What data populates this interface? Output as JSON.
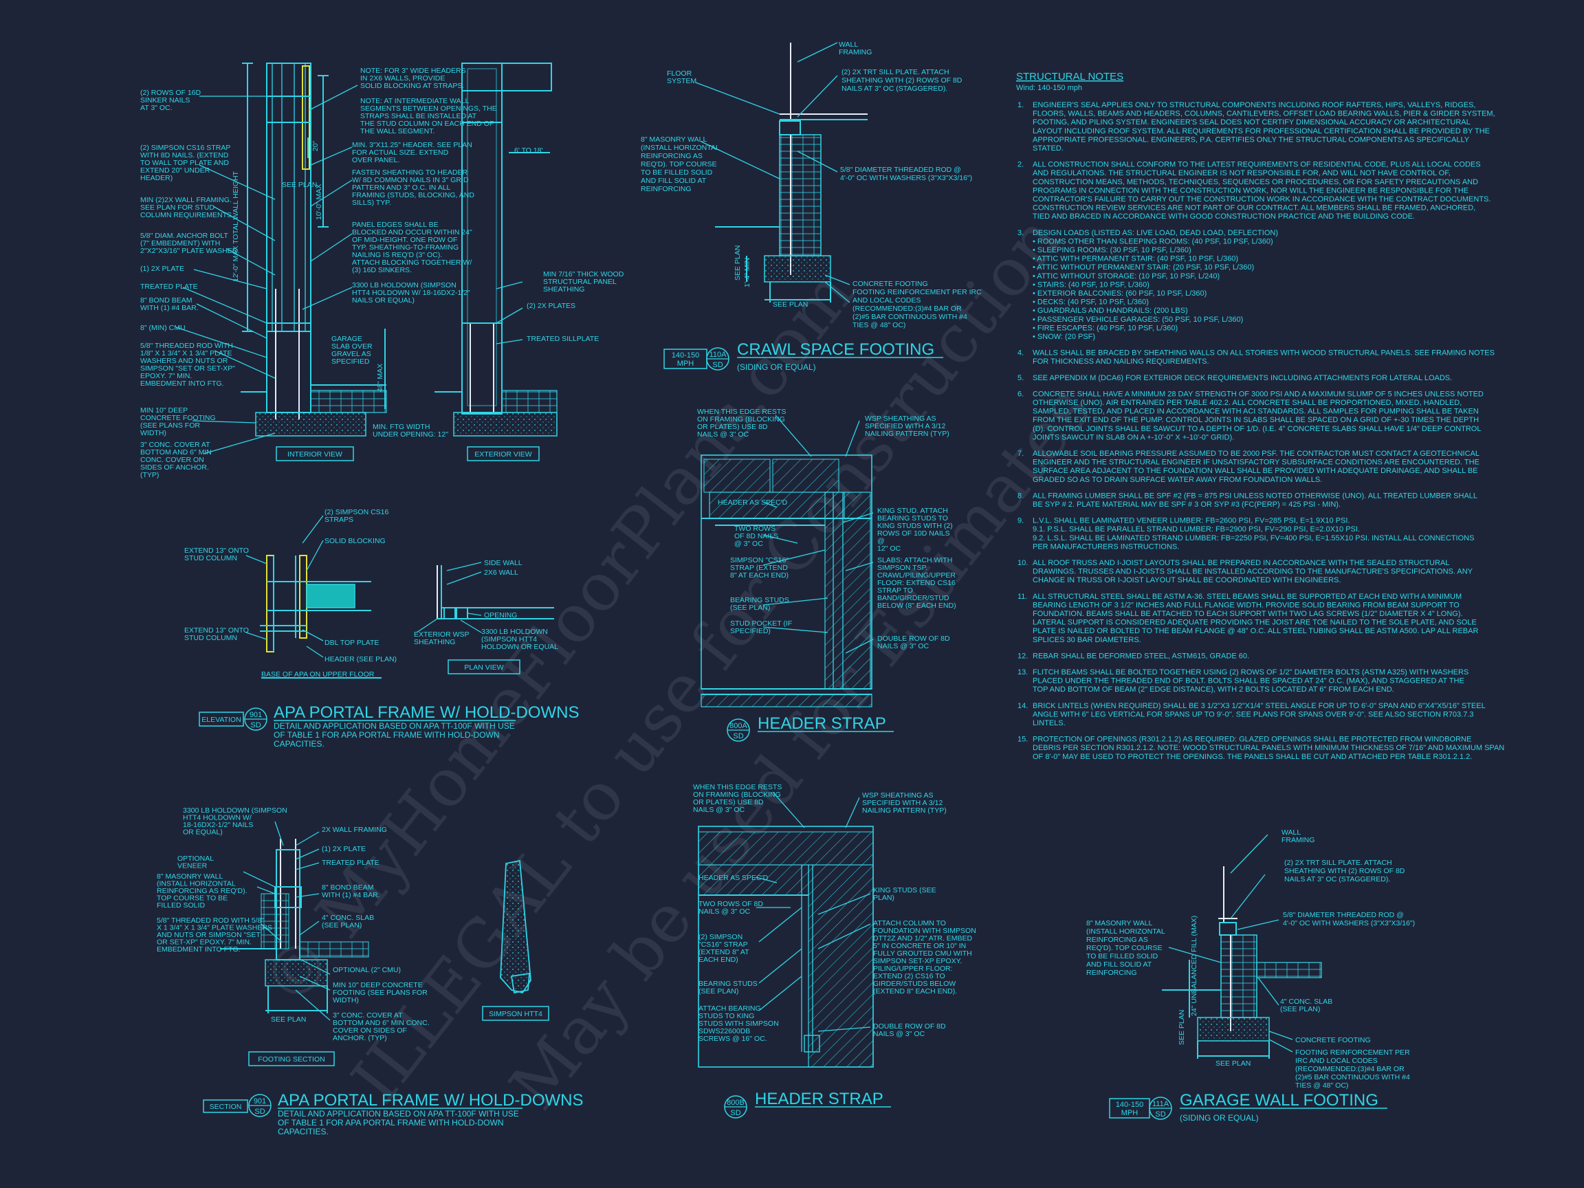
{
  "watermark": {
    "lines": [
      "© MyHomeFloorPlans.com",
      "ILLEGAL to use for Construction",
      "May be used for Estimates"
    ]
  },
  "detail_apa_upper": {
    "title": "APA PORTAL FRAME W/ HOLD-DOWNS",
    "description": [
      "DETAIL AND APPLICATION BASED ON APA TT-100F WITH USE",
      "OF TABLE 1 FOR APA PORTAL FRAME WITH HOLD-DOWN",
      "CAPACITIES."
    ],
    "tag_label": "ELEVATION",
    "tag_number": "901",
    "tag_sheet": "SD",
    "view_labels": [
      "INTERIOR VIEW",
      "EXTERIOR VIEW"
    ],
    "callouts_left": [
      "(2) ROWS OF 16d",
      "SINKER NAILS",
      "AT 3\" OC.",
      "(2) SIMPSON CS16 STRAP",
      "WITH 8d NAILS. (EXTEND",
      "TO WALL TOP PLATE AND",
      "EXTEND 20\" UNDER",
      "HEADER)",
      "MIN (2)2X WALL FRAMING.",
      "SEE PLAN FOR STUD",
      "COLUMN REQUIREMENTS.",
      "5/8\" DIAM. ANCHOR BOLT",
      "(7\" EMBEDMENT) WITH",
      "2\"x2\"x3/16\" PLATE WASHER.",
      "(1) 2x PLATE",
      "TREATED PLATE",
      "8\" BOND BEAM",
      "WITH (1) #4 BAR.",
      "8\" (MIN) CMU",
      "5/8\" THREADED ROD WITH",
      "1/8\" x 1 3/4\" x 1 3/4\" PLATE",
      "WASHERS AND NUTS OR",
      "SIMPSON \"SET OR SET-XP\"",
      "EPOXY.  7\" MIN.",
      "EMBEDMENT INTO FTG.",
      "MIN 10\" DEEP",
      "CONCRETE FOOTING",
      "(SEE PLANS FOR",
      "WIDTH)",
      "3\" CONC. COVER AT",
      "BOTTOM AND 6\" MIN",
      "CONC. COVER ON",
      "SIDES OF ANCHOR.",
      "(TYP)"
    ],
    "callouts_mid": [
      "NOTE: FOR 3\" WIDE HEADERS",
      "IN 2x6 WALLS, PROVIDE",
      "SOLID BLOCKING AT STRAPS.",
      "NOTE: AT INTERMEDIATE WALL",
      "SEGMENTS BETWEEN OPENINGS, THE",
      "STRAPS SHALL BE INSTALLED AT",
      "THE STUD COLUMN ON EACH END OF",
      "THE WALL SEGMENT.",
      "MIN. 3\"x11.25\" HEADER. SEE PLAN",
      "FOR ACTUAL SIZE. EXTEND",
      "OVER PANEL.",
      "FASTEN SHEATHING TO HEADER",
      "W/ 8d COMMON NAILS IN 3\" GRID",
      "PATTERN AND 3\" O.C. IN ALL",
      "FRAMING (STUDS, BLOCKING, AND",
      "SILLS) TYP.",
      "PANEL EDGES SHALL BE",
      "BLOCKED AND OCCUR WITHIN 24\"",
      "OF MID-HEIGHT. ONE ROW OF",
      "TYP. SHEATHING-TO-FRAMING",
      "NAILING IS REQ'D (3\" OC).",
      "ATTACH BLOCKING TOGETHER W/",
      "(3) 16d SINKERS.",
      "3300 LB HOLDOWN (SIMPSON",
      "HTT4 HOLDOWN W/ 18-16dx2-1/2\"",
      "NAILS OR EQUAL)",
      "GARAGE",
      "SLAB OVER",
      "GRAVEL AS",
      "SPECIFIED",
      "MIN. FTG WIDTH",
      "UNDER OPENING: 12\""
    ],
    "callouts_right": [
      "6' TO 18'",
      "MIN 7/16\" THICK WOOD",
      "STRUCTURAL PANEL",
      "SHEATHING",
      "(2) 2x PLATES",
      "TREATED SILLPLATE"
    ],
    "dims": [
      "12'-0\" MAX TOTAL WALL HEIGHT",
      "10'-0\" MAX",
      "20\"",
      "SEE PLAN",
      "48\" MAX"
    ]
  },
  "detail_base_apa": {
    "label": "BASE OF APA ON UPPER FLOOR",
    "callouts": [
      "(2) SIMPSON CS16",
      "STRAPS",
      "SOLID BLOCKING",
      "EXTEND 13\" ONTO",
      "STUD COLUMN",
      "EXTEND 13\" ONTO",
      "STUD COLUMN",
      "DBL TOP PLATE",
      "HEADER (SEE PLAN)"
    ]
  },
  "detail_plan_view": {
    "label": "PLAN VIEW",
    "callouts": [
      "SIDE WALL",
      "2x6 WALL",
      "OPENING",
      "3300 LB HOLDOWN",
      "(SIMPSON HTT4",
      "HOLDOWN OR EQUAL",
      "EXTERIOR WSP",
      "SHEATHING"
    ]
  },
  "detail_crawl": {
    "title": "CRAWL SPACE FOOTING",
    "subtitle": "(SIDING OR EQUAL)",
    "tag_mph": "140-150 MPH",
    "tag_number": "110A",
    "tag_sheet": "SD",
    "callouts": [
      "WALL",
      "FRAMING",
      "(2) 2X TRT SILL PLATE. ATTACH",
      "SHEATHING WITH (2) ROWS OF 8d",
      "NAILS AT 3\" OC (STAGGERED).",
      "FLOOR",
      "SYSTEM",
      "8\" MASONRY WALL",
      "(INSTALL HORIZONTAL",
      "REINFORCING AS",
      "REQ'D). TOP COURSE",
      "TO BE FILLED SOLID",
      "AND FILL SOLID AT",
      "REINFORCING",
      "5/8\" DIAMETER THREADED ROD @",
      "4'-0\" OC WITH WASHERS (3\"x3\"x3/16\")",
      "CONCRETE FOOTING",
      "FOOTING REINFORCEMENT PER IRC",
      "AND LOCAL CODES",
      "(RECOMMENDED:(3)#4 BAR OR",
      "(2)#5 BAR CONTINUOUS WITH #4",
      "TIES @ 48\" OC)",
      "SEE PLAN",
      "SEE PLAN",
      "1'-4\" MIN"
    ]
  },
  "detail_header_a": {
    "title": "HEADER STRAP",
    "tag_number": "800A",
    "tag_sheet": "SD",
    "callouts": [
      "WHEN THIS EDGE RESTS",
      "ON FRAMING (BLOCKING",
      "OR PLATES) USE 8d",
      "NAILS @ 3\" OC",
      "WSP SHEATHING AS",
      "SPECIFIED WITH A 3/12",
      "NAILING PATTERN (TYP)",
      "HEADER AS SPEC'D",
      "TWO ROWS",
      "OF 8d NAILS",
      "@ 3\" OC",
      "SIMPSON \"CS16\"",
      "STRAP (EXTEND",
      "8\" AT EACH END)",
      "BEARING STUDS",
      "(SEE PLAN)",
      "STUD POCKET (IF",
      "SPECIFIED)",
      "KING STUD. ATTACH",
      "BEARING STUDS TO",
      "KING STUDS WITH (2)",
      "ROWS OF 10d NAILS",
      "@",
      "12\" OC",
      "SLABS: ATTACH WITH",
      "SIMPSON TSP.",
      "CRAWL/PILING/UPPER",
      "FLOOR: EXTEND CS16",
      "STRAP TO",
      "BAND/GIRDER/STUD",
      "BELOW (8\" EACH END)",
      "DOUBLE ROW OF 8d",
      "NAILS @ 3\" OC"
    ]
  },
  "notes": {
    "title": "STRUCTURAL NOTES",
    "subtitle": "Wind: 140-150 mph",
    "items": [
      {
        "num": "1.",
        "lines": [
          "ENGINEER'S SEAL APPLIES ONLY TO STRUCTURAL COMPONENTS INCLUDING ROOF RAFTERS, HIPS, VALLEYS, RIDGES,",
          "FLOORS, WALLS, BEAMS AND HEADERS, COLUMNS, CANTILEVERS, OFFSET LOAD BEARING WALLS, PIER & GIRDER SYSTEM,",
          "FOOTING, AND PILING SYSTEM.  ENGINEER'S SEAL DOES NOT CERTIFY DIMENSIONAL ACCURACY OR ARCHITECTURAL",
          "LAYOUT INCLUDING ROOF SYSTEM. ALL REQUIREMENTS FOR PROFESSIONAL CERTIFICATION SHALL BE PROVIDED BY THE",
          "APPROPRIATE PROFESSIONAL.  ENGINEERS, P.A. CERTIFIES ONLY THE STRUCTURAL COMPONENTS AS SPECIFICALLY",
          "STATED."
        ]
      },
      {
        "num": "2.",
        "lines": [
          "ALL CONSTRUCTION SHALL CONFORM TO THE LATEST REQUIREMENTS OF RESIDENTIAL CODE, PLUS ALL LOCAL CODES",
          "AND REGULATIONS. THE STRUCTURAL ENGINEER IS NOT RESPONSIBLE FOR, AND WILL NOT HAVE CONTROL OF,",
          "CONSTRUCTION MEANS, METHODS, TECHNIQUES, SEQUENCES OR PROCEDURES, OR FOR SAFETY PRECAUTIONS AND",
          "PROGRAMS IN CONNECTION WITH THE CONSTRUCTION WORK, NOR WILL THE ENGINEER BE RESPONSIBLE FOR THE",
          "CONTRACTOR'S FAILURE TO CARRY OUT THE CONSTRUCTION WORK IN ACCORDANCE WITH THE CONTRACT DOCUMENTS.",
          "CONSTRUCTION REVIEW SERVICES ARE NOT PART OF OUR CONTRACT. ALL MEMBERS SHALL BE FRAMED, ANCHORED,",
          "TIED AND BRACED IN ACCORDANCE WITH GOOD CONSTRUCTION PRACTICE AND THE BUILDING CODE."
        ]
      },
      {
        "num": "3.",
        "lines": [
          "DESIGN LOADS (LISTED AS: LIVE LOAD, DEAD LOAD, DEFLECTION)",
          "•  ROOMS OTHER THAN SLEEPING ROOMS: (40 PSF, 10 PSF, L/360)",
          "•  SLEEPING ROOMS: (30 PSF, 10 PSF, L/360)",
          "•  ATTIC WITH PERMANENT STAIR: (40 PSF, 10 PSF, L/360)",
          "•  ATTIC WITHOUT PERMANENT STAIR: (20 PSF, 10 PSF, L/360)",
          "•  ATTIC WITHOUT STORAGE: (10 PSF, 10 PSF, L/240)",
          "•  STAIRS: (40 PSF, 10 PSF, L/360)",
          "•  EXTERIOR BALCONIES: (60 PSF, 10 PSF, L/360)",
          "•  DECKS: (40 PSF, 10 PSF, L/360)",
          "•  GUARDRAILS AND HANDRAILS: (200 LBS)",
          "•  PASSENGER VEHICLE GARAGES: (50 PSF, 10 PSF, L/360)",
          "•  FIRE ESCAPES: (40 PSF, 10 PSF, L/360)",
          "•  SNOW: (20 PSF)"
        ]
      },
      {
        "num": "4.",
        "lines": [
          "WALLS SHALL BE BRACED BY SHEATHING WALLS ON ALL STORIES WITH WOOD STRUCTURAL PANELS. SEE FRAMING NOTES",
          "FOR THICKNESS AND NAILING REQUIREMENTS."
        ]
      },
      {
        "num": "5.",
        "lines": [
          "SEE APPENDIX M (DCA6) FOR EXTERIOR DECK REQUIREMENTS INCLUDING ATTACHMENTS FOR LATERAL LOADS."
        ]
      },
      {
        "num": "6.",
        "lines": [
          "CONCRETE SHALL HAVE A MINIMUM 28 DAY STRENGTH OF 3000 PSI AND A MAXIMUM SLUMP OF 5 INCHES UNLESS NOTED",
          "OTHERWISE (UNO). AIR ENTRAINED PER TABLE 402.2. ALL CONCRETE SHALL BE PROPORTIONED, MIXED, HANDLED,",
          "SAMPLED, TESTED, AND PLACED IN ACCORDANCE WITH ACI STANDARDS. ALL SAMPLES FOR PUMPING SHALL BE TAKEN",
          "FROM THE EXIT END OF THE PUMP. CONTROL JOINTS IN SLABS SHALL BE SPACED ON A GRID OF +-30 TIMES THE DEPTH",
          "(D). CONTROL JOINTS SHALL BE SAWCUT TO A DEPTH OF 1/D. (I.E. 4\" CONCRETE SLABS SHALL HAVE 1/4\" DEEP CONTROL",
          "JOINTS SAWCUT IN SLAB ON A +-10'-0\" x +-10'-0\" GRID)."
        ]
      },
      {
        "num": "7.",
        "lines": [
          "ALLOWABLE SOIL BEARING PRESSURE ASSUMED TO BE 2000 PSF. THE CONTRACTOR MUST CONTACT A GEOTECHNICAL",
          "ENGINEER AND THE STRUCTURAL ENGINEER IF UNSATISFACTORY SUBSURFACE CONDITIONS ARE ENCOUNTERED. THE",
          "SURFACE AREA ADJACENT TO THE FOUNDATION WALL SHALL BE PROVIDED WITH ADEQUATE DRAINAGE, AND SHALL BE",
          "GRADED SO AS TO DRAIN SURFACE WATER AWAY FROM FOUNDATION WALLS."
        ]
      },
      {
        "num": "8.",
        "lines": [
          "ALL FRAMING LUMBER SHALL BE SPF #2 (Fb = 875 PSI UNLESS NOTED OTHERWISE (UNO). ALL TREATED LUMBER SHALL",
          "BE SYP # 2. PLATE MATERIAL MAY BE SPF # 3 OR SYP #3 (Fc(perp) = 425 PSI - MIN)."
        ]
      },
      {
        "num": "9.",
        "lines": [
          "L.V.L.   SHALL BE LAMINATED VENEER LUMBER: Fb=2600 PSI, Fv=285 PSI, E=1.9x10  PSI.",
          "9.1.    P.S.L.   SHALL BE PARALLEL STRAND LUMBER: Fb=2900 PSI, Fv=290 PSI, E=2.0x10  PSI.",
          "9.2.    L.S.L.   SHALL BE LAMINATED STRAND LUMBER: Fb=2250 PSI, Fv=400 PSI, E=1.55x10  PSI. INSTALL ALL CONNECTIONS",
          "PER MANUFACTURERS INSTRUCTIONS."
        ]
      },
      {
        "num": "10.",
        "lines": [
          "ALL ROOF TRUSS AND I-JOIST LAYOUTS SHALL BE PREPARED IN ACCORDANCE WITH THE SEALED STRUCTURAL",
          "DRAWINGS. TRUSSES AND I-JOISTS SHALL BE INSTALLED ACCORDING TO THE MANUFACTURE'S SPECIFICATIONS. ANY",
          "CHANGE IN TRUSS OR I-JOIST LAYOUT SHALL BE COORDINATED WITH  ENGINEERS."
        ]
      },
      {
        "num": "11.",
        "lines": [
          "ALL STRUCTURAL STEEL SHALL BE ASTM A-36. STEEL BEAMS SHALL BE SUPPORTED AT EACH END WITH A MINIMUM",
          "BEARING LENGTH OF 3 1/2\" INCHES AND FULL FLANGE WIDTH. PROVIDE SOLID BEARING FROM BEAM SUPPORT TO",
          "FOUNDATION.  BEAMS SHALL BE ATTACHED TO EACH SUPPORT WITH TWO LAG SCREWS (1/2\" DIAMETER x 4\" LONG).",
          "LATERAL SUPPORT IS CONSIDERED ADEQUATE PROVIDING THE JOIST ARE TOE NAILED TO THE SOLE PLATE, AND SOLE",
          "PLATE IS NAILED OR BOLTED TO THE BEAM FLANGE @ 48\" O.C. ALL STEEL TUBING SHALL BE ASTM A500. LAP ALL REBAR",
          "SPLICES 30 BAR DIAMETERS."
        ]
      },
      {
        "num": "12.",
        "lines": [
          "REBAR SHALL BE DEFORMED STEEL, ASTM615, GRADE 60."
        ]
      },
      {
        "num": "13.",
        "lines": [
          "FLITCH BEAMS SHALL BE BOLTED TOGETHER USING (2) ROWS OF 1/2\" DIAMETER BOLTS (ASTM A325) WITH WASHERS",
          "PLACED UNDER THE THREADED END OF BOLT. BOLTS SHALL BE SPACED AT 24\" O.C. (MAX), AND STAGGERED AT THE",
          "TOP AND BOTTOM OF BEAM (2\" EDGE DISTANCE), WITH 2 BOLTS LOCATED AT 6\" FROM EACH END."
        ]
      },
      {
        "num": "14.",
        "lines": [
          "BRICK LINTELS (WHEN REQUIRED) SHALL BE 3 1/2\"x3 1/2\"x1/4\" STEEL ANGLE FOR UP TO 6'-0\" SPAN AND 6\"x4\"x5/16\" STEEL",
          "ANGLE WITH 6\" LEG VERTICAL FOR SPANS UP TO 9'-0\". SEE PLANS FOR SPANS OVER 9'-0\". SEE ALSO SECTION R703.7.3",
          "LINTELS."
        ]
      },
      {
        "num": "15.",
        "lines": [
          "PROTECTION OF OPENINGS (R301.2.1.2) AS REQUIRED: GLAZED OPENINGS SHALL BE PROTECTED FROM WINDBORNE",
          "DEBRIS PER SECTION R301.2.1.2. NOTE: WOOD STRUCTURAL PANELS WITH MINIMUM THICKNESS OF 7/16\" AND MAXIMUM SPAN",
          "OF 8'-0\" MAY BE USED TO PROTECT THE OPENINGS. THE PANELS SHALL BE CUT AND ATTACHED PER TABLE R301.2.1.2."
        ]
      }
    ]
  },
  "detail_apa_lower": {
    "title": "APA PORTAL FRAME W/ HOLD-DOWNS",
    "description": [
      "DETAIL AND APPLICATION BASED ON APA TT-100F WITH USE",
      "OF TABLE 1 FOR APA PORTAL FRAME WITH HOLD-DOWN",
      "CAPACITIES."
    ],
    "tag_label": "SECTION",
    "tag_number": "901",
    "tag_sheet": "SD",
    "view_label": "FOOTING SECTION",
    "callouts": [
      "3300 LB HOLDOWN (SIMPSON",
      "HTT4 HOLDOWN W/",
      "18-16dx2-1/2\" NAILS",
      "OR EQUAL)",
      "2X WALL FRAMING",
      "(1) 2x PLATE",
      "TREATED PLATE",
      "OPTIONAL",
      "VENEER",
      "8\" MASONRY WALL",
      "(INSTALL HORIZONTAL",
      "REINFORCING AS REQ'D).",
      "TOP COURSE TO BE",
      "FILLED SOLID",
      "8\" BOND BEAM",
      "WITH (1) #4 BAR.",
      "5/8\" THREADED ROD WITH 5/8\"",
      "x 1 3/4\" x 1 3/4\" PLATE WASHERS",
      "AND NUTS OR SIMPSON \"SET",
      "OR SET-XP\" EPOXY.  7\" MIN.",
      "EMBEDMENT INTO FTG.",
      "4\" CONC. SLAB",
      "(SEE PLAN)",
      "OPTIONAL (2\" CMU)",
      "MIN 10\" DEEP CONCRETE",
      "FOOTING (SEE PLANS FOR",
      "WIDTH)",
      "3\" CONC. COVER AT",
      "BOTTOM AND 6\" MIN CONC.",
      "COVER ON SIDES OF",
      "ANCHOR. (TYP)",
      "SEE PLAN"
    ]
  },
  "detail_htt4": {
    "label": "SIMPSON HTT4"
  },
  "detail_header_b": {
    "title": "HEADER STRAP",
    "tag_number": "800B",
    "tag_sheet": "SD",
    "callouts": [
      "WHEN THIS EDGE RESTS",
      "ON FRAMING (BLOCKING",
      "OR PLATES) USE 8d",
      "NAILS @ 3\" OC",
      "WSP SHEATHING AS",
      "SPECIFIED WITH A 3/12",
      "NAILING PATTERN (TYP)",
      "HEADER AS SPEC'D",
      "TWO ROWS OF 8d",
      "NAILS @ 3\" OC",
      "(2) SIMPSON",
      "\"CS16\" STRAP",
      "(EXTEND 8\" AT",
      "EACH END)",
      "BEARING STUDS",
      "(SEE PLAN)",
      "ATTACH BEARING",
      "STUDS TO KING",
      "STUDS WITH SIMPSON",
      "SDWS22600DB",
      "SCREWS @ 16\" OC.",
      "KING STUDS (SEE",
      "PLAN)",
      "ATTACH COLUMN TO",
      "FOUNDATION WITH SIMPSON",
      "DTT2Z AND 1/2\" ATR. EMBED",
      "5\" IN CONCRETE OR 10\" IN",
      "FULLY GROUTED CMU WITH",
      "SIMPSON SET-XP EPOXY.",
      "PILING/UPPER FLOOR:",
      "EXTEND (2) CS16 TO",
      "GIRDER/STUDS BELOW",
      "(EXTEND 8\" EACH END).",
      "DOUBLE ROW OF 8d",
      "NAILS @ 3\" OC"
    ]
  },
  "detail_garage": {
    "title": "GARAGE WALL FOOTING",
    "subtitle": "(SIDING OR EQUAL)",
    "tag_mph": "140-150 MPH",
    "tag_number": "111A",
    "tag_sheet": "SD",
    "callouts": [
      "WALL",
      "FRAMING",
      "(2) 2X TRT SILL PLATE. ATTACH",
      "SHEATHING WITH (2) ROWS OF 8d",
      "NAILS AT 3\" OC (STAGGERED).",
      "5/8\" DIAMETER THREADED ROD @",
      "4'-0\" OC WITH WASHERS (3\"x3\"x3/16\")",
      "8\" MASONRY WALL",
      "(INSTALL HORIZONTAL",
      "REINFORCING AS",
      "REQ'D). TOP COURSE",
      "TO BE FILLED SOLID",
      "AND FILL SOLID AT",
      "REINFORCING",
      "4\" CONC. SLAB",
      "(SEE PLAN)",
      "CONCRETE FOOTING",
      "FOOTING REINFORCEMENT PER",
      "IRC AND LOCAL CODES",
      "(RECOMMENDED:(3)#4 BAR OR",
      "(2)#5 BAR CONTINUOUS WITH #4",
      "TIES @ 48\" OC)",
      "SEE PLAN",
      "SEE PLAN",
      "24\" UNBALANCED FILL (MAX)"
    ]
  }
}
